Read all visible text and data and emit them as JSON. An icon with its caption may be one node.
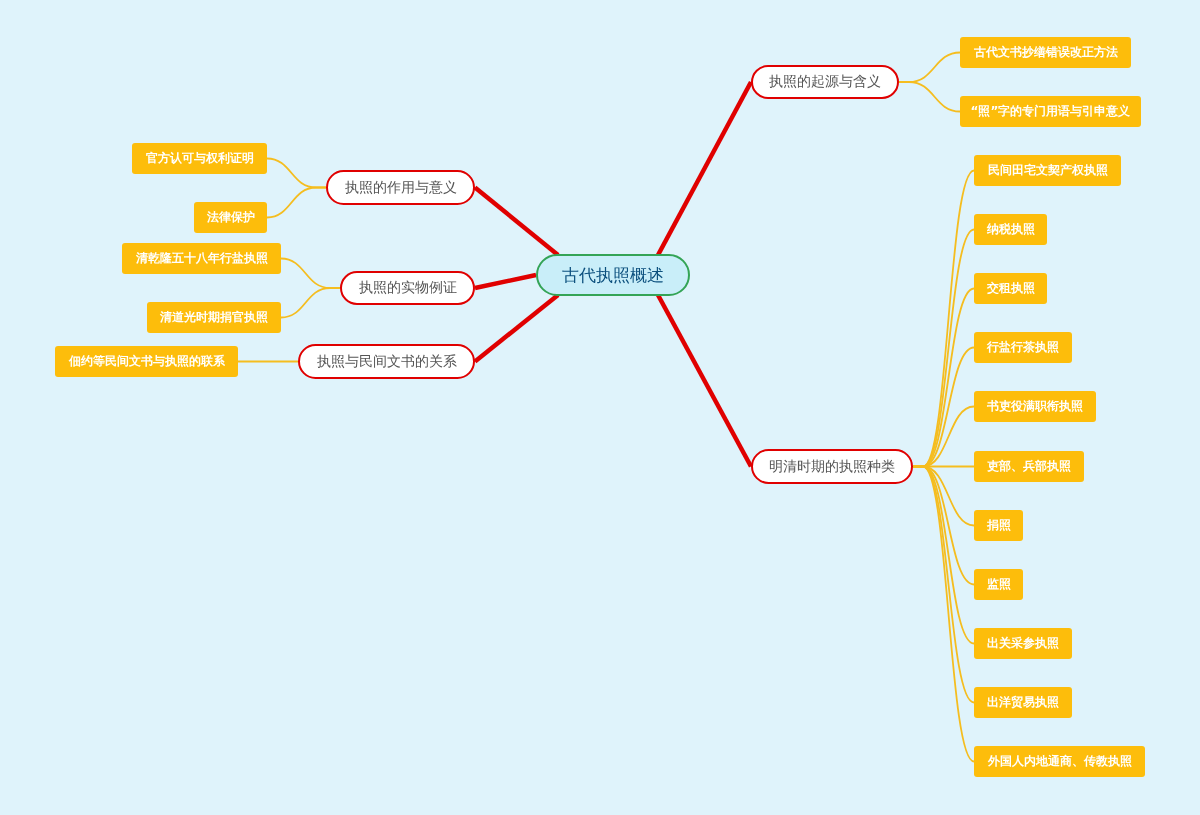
{
  "diagram": {
    "nodes": [
      {
        "text": [
          "古代执照概述"
        ]
      },
      {
        "text": [
          "执照的起源与含义"
        ]
      },
      {
        "text": [
          "古代文书抄缮错误改正方法"
        ]
      },
      {
        "text": [
          "“照”字的专门用语与引申意义"
        ]
      },
      {
        "text": [
          "明清时期的执照种类"
        ]
      },
      {
        "text": [
          "民间田宅文契产权执照"
        ]
      },
      {
        "text": [
          "纳税执照"
        ]
      },
      {
        "text": [
          "交租执照"
        ]
      },
      {
        "text": [
          "行盐行茶执照"
        ]
      },
      {
        "text": [
          "书吏役满职衔执照"
        ]
      },
      {
        "text": [
          "吏部、兵部执照"
        ]
      },
      {
        "text": [
          "捐照"
        ]
      },
      {
        "text": [
          "监照"
        ]
      },
      {
        "text": [
          "出关采参执照"
        ]
      },
      {
        "text": [
          "出洋贸易执照"
        ]
      },
      {
        "text": [
          "外国人内地通商、传教执照"
        ]
      },
      {
        "text": [
          "执照的作用与意义"
        ]
      },
      {
        "text": [
          "官方认可与权利证明"
        ]
      },
      {
        "text": [
          "法律保护"
        ]
      },
      {
        "text": [
          "执照的实物例证"
        ]
      },
      {
        "text": [
          "清乾隆五十八年行盐执照"
        ]
      },
      {
        "text": [
          "清道光时期捐官执照"
        ]
      },
      {
        "text": [
          "执照与民间文书的关系"
        ]
      },
      {
        "text": [
          "佃约等民间文书与执照的联系"
        ]
      }
    ],
    "edges": [
      {
        "from": 0,
        "to": 1,
        "arrow": "none",
        "style": "thick",
        "color": "#e00000"
      },
      {
        "from": 1,
        "to": 2,
        "arrow": "none"
      },
      {
        "from": 1,
        "to": 3,
        "arrow": "none"
      },
      {
        "from": 0,
        "to": 4,
        "arrow": "none",
        "style": "thick",
        "color": "#e00000"
      },
      {
        "from": 4,
        "to": 5,
        "arrow": "none"
      },
      {
        "from": 4,
        "to": 6,
        "arrow": "none"
      },
      {
        "from": 4,
        "to": 7,
        "arrow": "none"
      },
      {
        "from": 4,
        "to": 8,
        "arrow": "none"
      },
      {
        "from": 4,
        "to": 9,
        "arrow": "none"
      },
      {
        "from": 4,
        "to": 10,
        "arrow": "none"
      },
      {
        "from": 4,
        "to": 11,
        "arrow": "none"
      },
      {
        "from": 4,
        "to": 12,
        "arrow": "none"
      },
      {
        "from": 4,
        "to": 13,
        "arrow": "none"
      },
      {
        "from": 4,
        "to": 14,
        "arrow": "none"
      },
      {
        "from": 4,
        "to": 15,
        "arrow": "none"
      },
      {
        "from": 0,
        "to": 16,
        "arrow": "none",
        "style": "thick",
        "color": "#e00000"
      },
      {
        "from": 16,
        "to": 17,
        "arrow": "none"
      },
      {
        "from": 16,
        "to": 18,
        "arrow": "none"
      },
      {
        "from": 0,
        "to": 19,
        "arrow": "none",
        "style": "thick",
        "color": "#e00000"
      },
      {
        "from": 19,
        "to": 20,
        "arrow": "none"
      },
      {
        "from": 19,
        "to": 21,
        "arrow": "none"
      },
      {
        "from": 0,
        "to": 22,
        "arrow": "none",
        "style": "thick",
        "color": "#e00000"
      },
      {
        "from": 22,
        "to": 23,
        "arrow": "none"
      }
    ]
  }
}
